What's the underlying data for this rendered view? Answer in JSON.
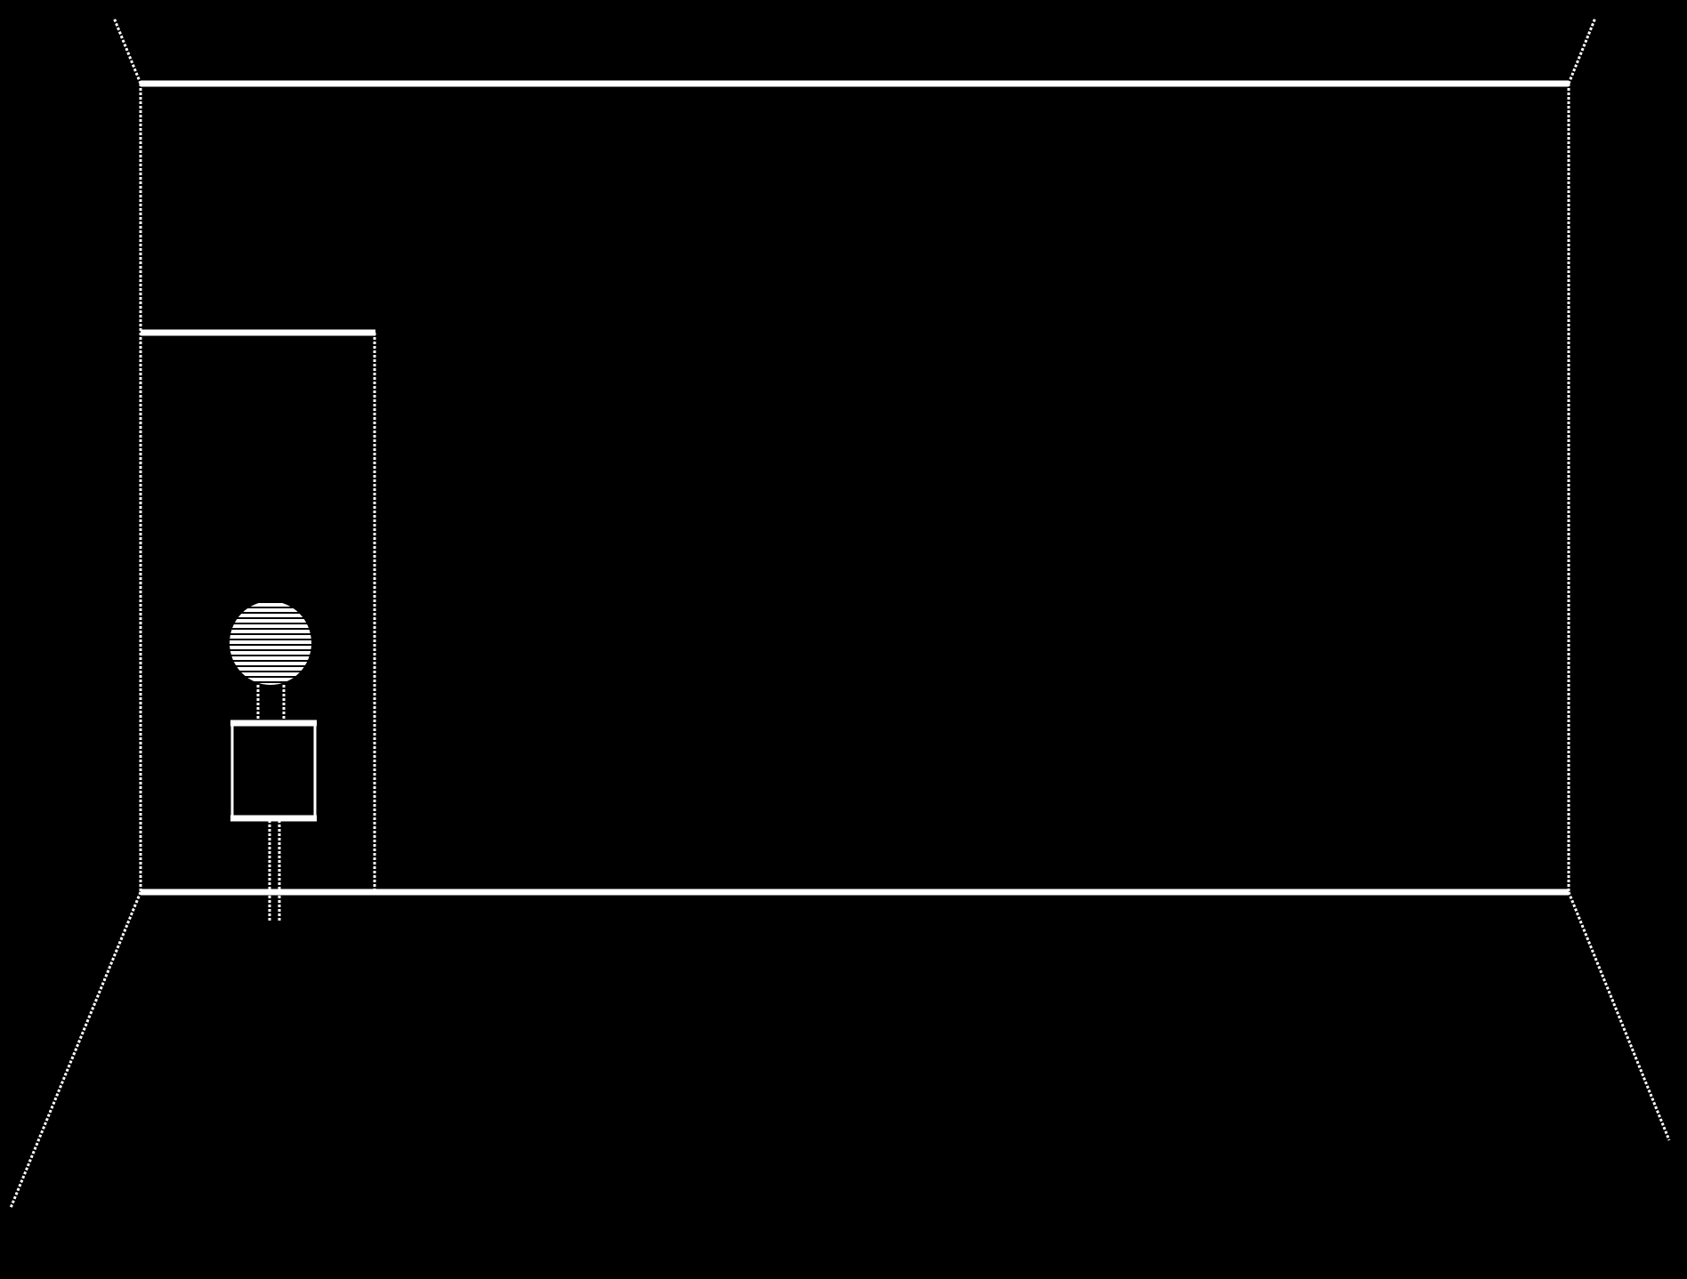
{
  "game": {
    "style": "vector wireframe",
    "colors": {
      "background": "#000000",
      "line": "#ffffff"
    },
    "scene": {
      "room": "room-wireframe",
      "door": "open-doorway",
      "character": "stick-figure-player"
    },
    "player": {
      "head": "striped-circle-head",
      "body": "square-torso",
      "legs": "double-line-legs"
    }
  }
}
